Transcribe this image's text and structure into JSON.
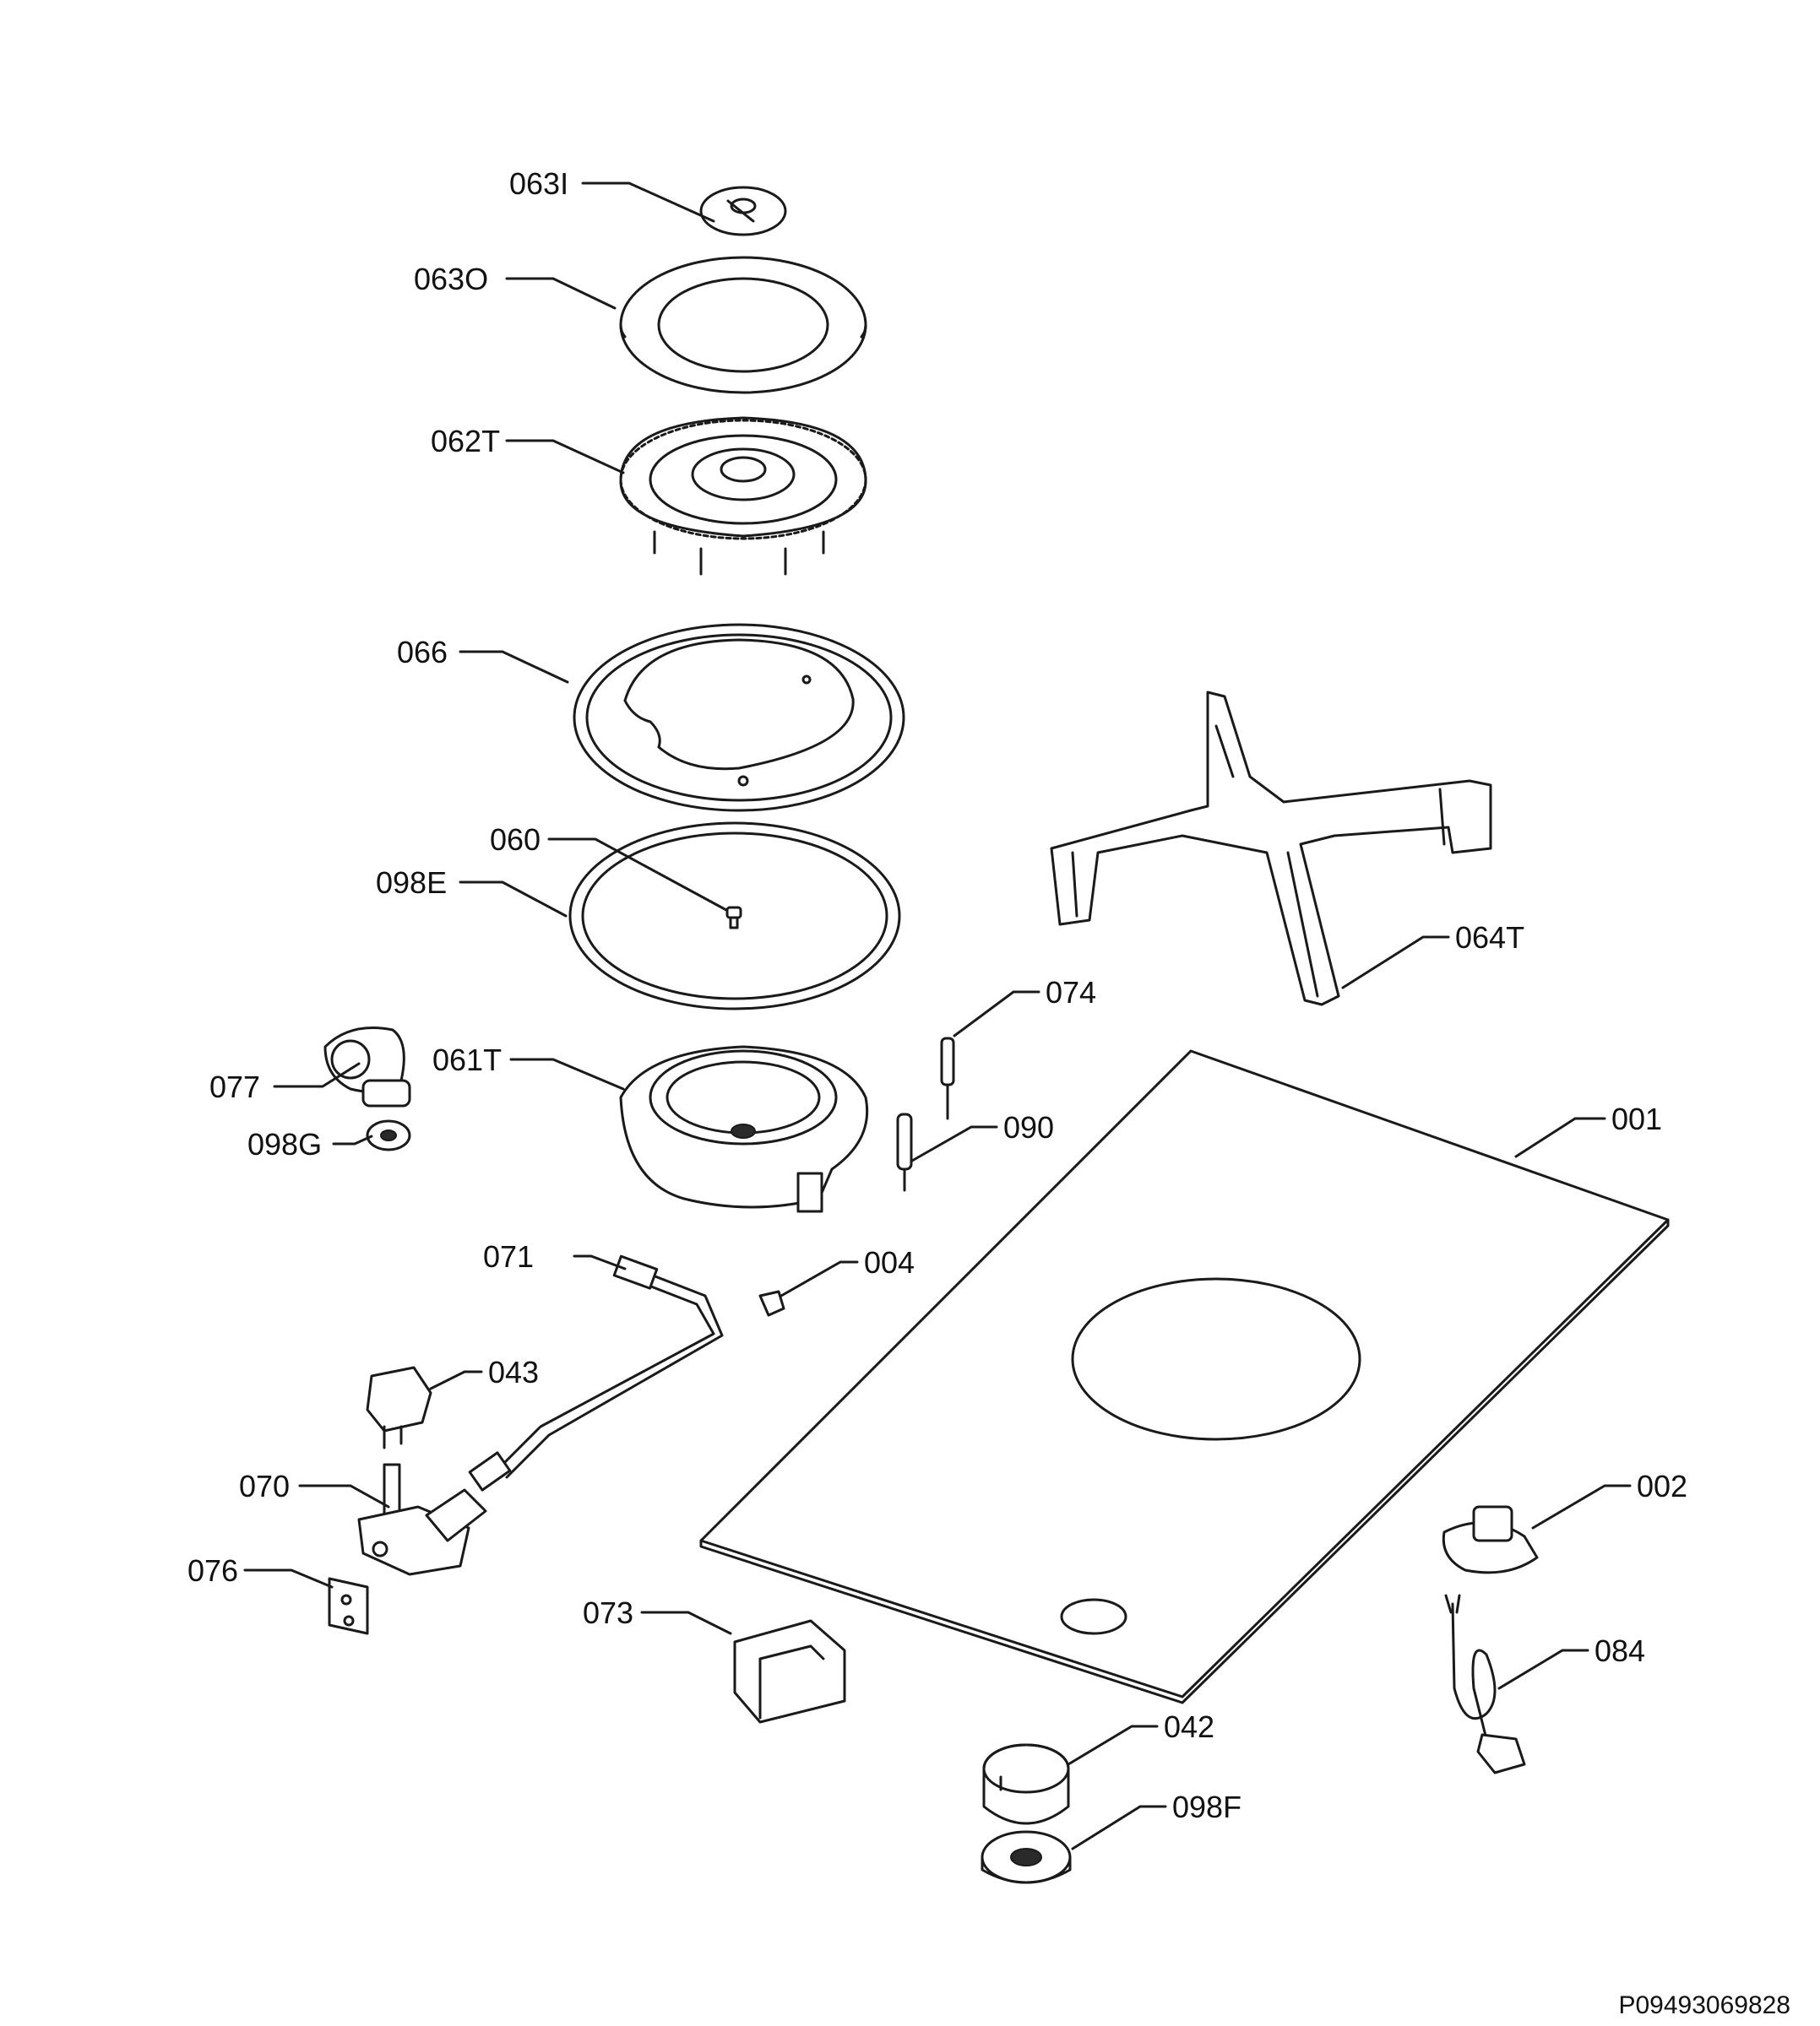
{
  "callouts": {
    "c063I": "063I",
    "c063O": "063O",
    "c062T": "062T",
    "c066": "066",
    "c060": "060",
    "c098E": "098E",
    "c077": "077",
    "c061T": "061T",
    "c098G": "098G",
    "c074": "074",
    "c090": "090",
    "c064T": "064T",
    "c001": "001",
    "c071": "071",
    "c004": "004",
    "c043": "043",
    "c070": "070",
    "c076": "076",
    "c073": "073",
    "c002": "002",
    "c084": "084",
    "c042": "042",
    "c098F": "098F"
  },
  "document_number": "P09493069828"
}
